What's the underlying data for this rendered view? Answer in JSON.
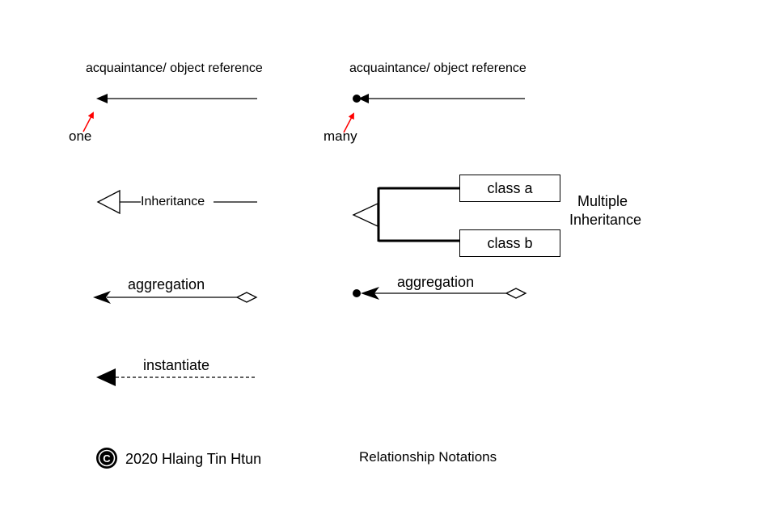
{
  "labels": {
    "acquaintance_left": "acquaintance/ object reference",
    "acquaintance_right": "acquaintance/ object reference",
    "one": "one",
    "many": "many",
    "inheritance": "Inheritance",
    "multiple_inheritance_line1": "Multiple",
    "multiple_inheritance_line2": "Inheritance",
    "aggregation_left": "aggregation",
    "aggregation_right": "aggregation",
    "instantiate": "instantiate"
  },
  "classes": {
    "class_a": "class a",
    "class_b": "class b"
  },
  "footer": {
    "copyright_symbol": "C",
    "copyright_text": "2020 Hlaing Tin Htun",
    "title": "Relationship Notations"
  },
  "icons": {
    "copyright": "copyright-icon"
  },
  "colors": {
    "line": "#000000",
    "annotation_arrow": "#ff0000",
    "background": "#ffffff"
  }
}
